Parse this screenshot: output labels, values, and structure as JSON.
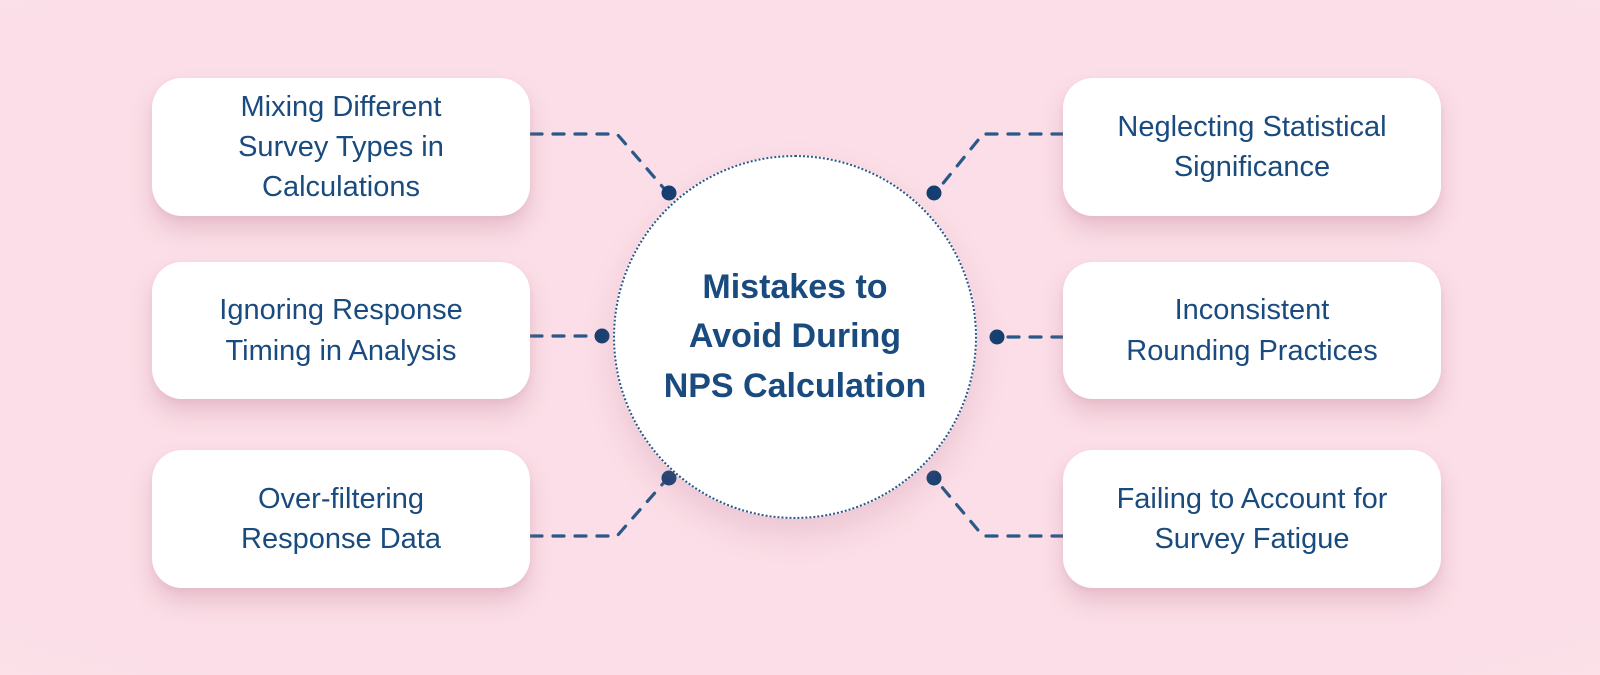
{
  "center": {
    "label": "Mistakes to\nAvoid During\nNPS Calculation"
  },
  "boxes": {
    "left": [
      {
        "label": "Mixing Different\nSurvey Types in\nCalculations"
      },
      {
        "label": "Ignoring Response\nTiming in Analysis"
      },
      {
        "label": "Over-filtering\nResponse Data"
      }
    ],
    "right": [
      {
        "label": "Neglecting Statistical\nSignificance"
      },
      {
        "label": "Inconsistent\nRounding Practices"
      },
      {
        "label": "Failing to Account for\nSurvey Fatigue"
      }
    ]
  },
  "colors": {
    "background_outer": "#FFEDF1",
    "background_inner": "#FBDEE7",
    "card_background": "#FFFFFF",
    "text_navy": "#1A4B7F",
    "connector_line": "#2A5888",
    "connector_dot": "#143F70",
    "circle_border": "#2A5888"
  }
}
